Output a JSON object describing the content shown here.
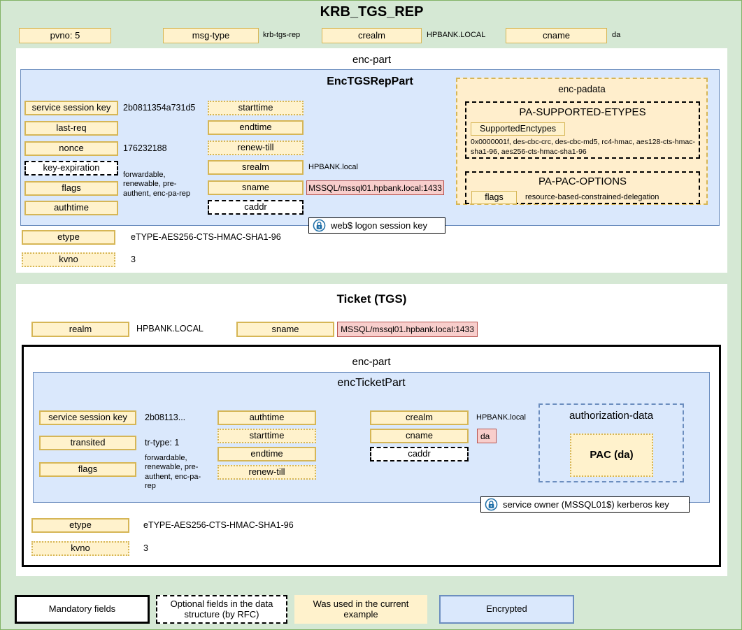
{
  "title": "KRB_TGS_REP",
  "top_fields": [
    {
      "label": "pvno: 5",
      "value": ""
    },
    {
      "label": "msg-type",
      "value": "krb-tgs-rep"
    },
    {
      "label": "crealm",
      "value": "HPBANK.LOCAL"
    },
    {
      "label": "cname",
      "value": "da"
    }
  ],
  "encpart": {
    "header": "enc-part",
    "body_title": "EncTGSRepPart",
    "left_column": [
      {
        "label": "service session key",
        "value": "2b0811354a731d5",
        "style": "solid"
      },
      {
        "label": "last-req",
        "value": "",
        "style": "solid"
      },
      {
        "label": "nonce",
        "value": "176232188",
        "style": "solid"
      },
      {
        "label": "key-expiration",
        "value": "",
        "style": "dashed-black"
      },
      {
        "label": "flags",
        "value": "forwardable, renewable, pre-authent, enc-pa-rep",
        "style": "solid"
      },
      {
        "label": "authtime",
        "value": "",
        "style": "solid"
      }
    ],
    "middle_column": [
      {
        "label": "starttime",
        "value": "",
        "style": "dotted"
      },
      {
        "label": "endtime",
        "value": "",
        "style": "solid"
      },
      {
        "label": "renew-till",
        "value": "",
        "style": "dotted"
      },
      {
        "label": "srealm",
        "value": "HPBANK.local",
        "style": "solid"
      },
      {
        "label": "sname",
        "value": "MSSQL/mssql01.hpbank.local:1433",
        "style": "solid",
        "value_highlight": true
      },
      {
        "label": "caddr",
        "value": "",
        "style": "dashed-black"
      }
    ],
    "padata": {
      "title": "enc-padata",
      "supported_etypes": {
        "title": "PA-SUPPORTED-ETYPES",
        "field_label": "SupportedEnctypes",
        "value": "0x0000001f, des-cbc-crc, des-cbc-md5, rc4-hmac, aes128-cts-hmac-sha1-96, aes256-cts-hmac-sha1-96"
      },
      "pac_options": {
        "title": "PA-PAC-OPTIONS",
        "field_label": "flags",
        "value": "resource-based-constrained-delegation"
      }
    },
    "lock_badge": "web$ logon session key",
    "footer_fields": [
      {
        "label": "etype",
        "value": "eTYPE-AES256-CTS-HMAC-SHA1-96",
        "style": "solid"
      },
      {
        "label": "kvno",
        "value": "3",
        "style": "dotted"
      }
    ]
  },
  "ticket": {
    "title": "Ticket (TGS)",
    "top_fields": [
      {
        "label": "realm",
        "value": "HPBANK.LOCAL",
        "style": "solid"
      },
      {
        "label": "sname",
        "value": "MSSQL/mssql01.hpbank.local:1433",
        "style": "solid",
        "value_highlight": true
      }
    ],
    "encpart": {
      "header": "enc-part",
      "body_title": "encTicketPart",
      "left_column": [
        {
          "label": "service session key",
          "value": "2b08113...",
          "style": "solid"
        },
        {
          "label": "transited",
          "value": "tr-type: 1",
          "style": "solid"
        },
        {
          "label": "flags",
          "value": "forwardable, renewable, pre-authent, enc-pa-rep",
          "style": "solid"
        }
      ],
      "middle_column": [
        {
          "label": "authtime",
          "value": "",
          "style": "solid"
        },
        {
          "label": "starttime",
          "value": "",
          "style": "dotted"
        },
        {
          "label": "endtime",
          "value": "",
          "style": "solid"
        },
        {
          "label": "renew-till",
          "value": "",
          "style": "dotted"
        }
      ],
      "right_column": [
        {
          "label": "crealm",
          "value": "HPBANK.local",
          "style": "solid"
        },
        {
          "label": "cname",
          "value": "da",
          "style": "solid",
          "value_highlight": true
        },
        {
          "label": "caddr",
          "value": "",
          "style": "dashed-black"
        }
      ],
      "authorization_data": {
        "title": "authorization-data",
        "pac_label": "PAC (da)"
      },
      "lock_badge": "service owner (MSSQL01$) kerberos key"
    },
    "footer_fields": [
      {
        "label": "etype",
        "value": "eTYPE-AES256-CTS-HMAC-SHA1-96",
        "style": "solid"
      },
      {
        "label": "kvno",
        "value": "3",
        "style": "dotted"
      }
    ]
  },
  "legend": [
    {
      "label": "Mandatory fields"
    },
    {
      "label": "Optional fields in the data structure (by RFC)"
    },
    {
      "label": "Was used in the current example"
    },
    {
      "label": "Encrypted"
    }
  ],
  "colors": {
    "background": "#d5e8d4",
    "field_fill": "#fff2cc",
    "field_border": "#d6b656",
    "encrypted_fill": "#dae8fc",
    "encrypted_border": "#6c8ebf",
    "highlight_fill": "#f8cecc",
    "highlight_border": "#b85450"
  }
}
